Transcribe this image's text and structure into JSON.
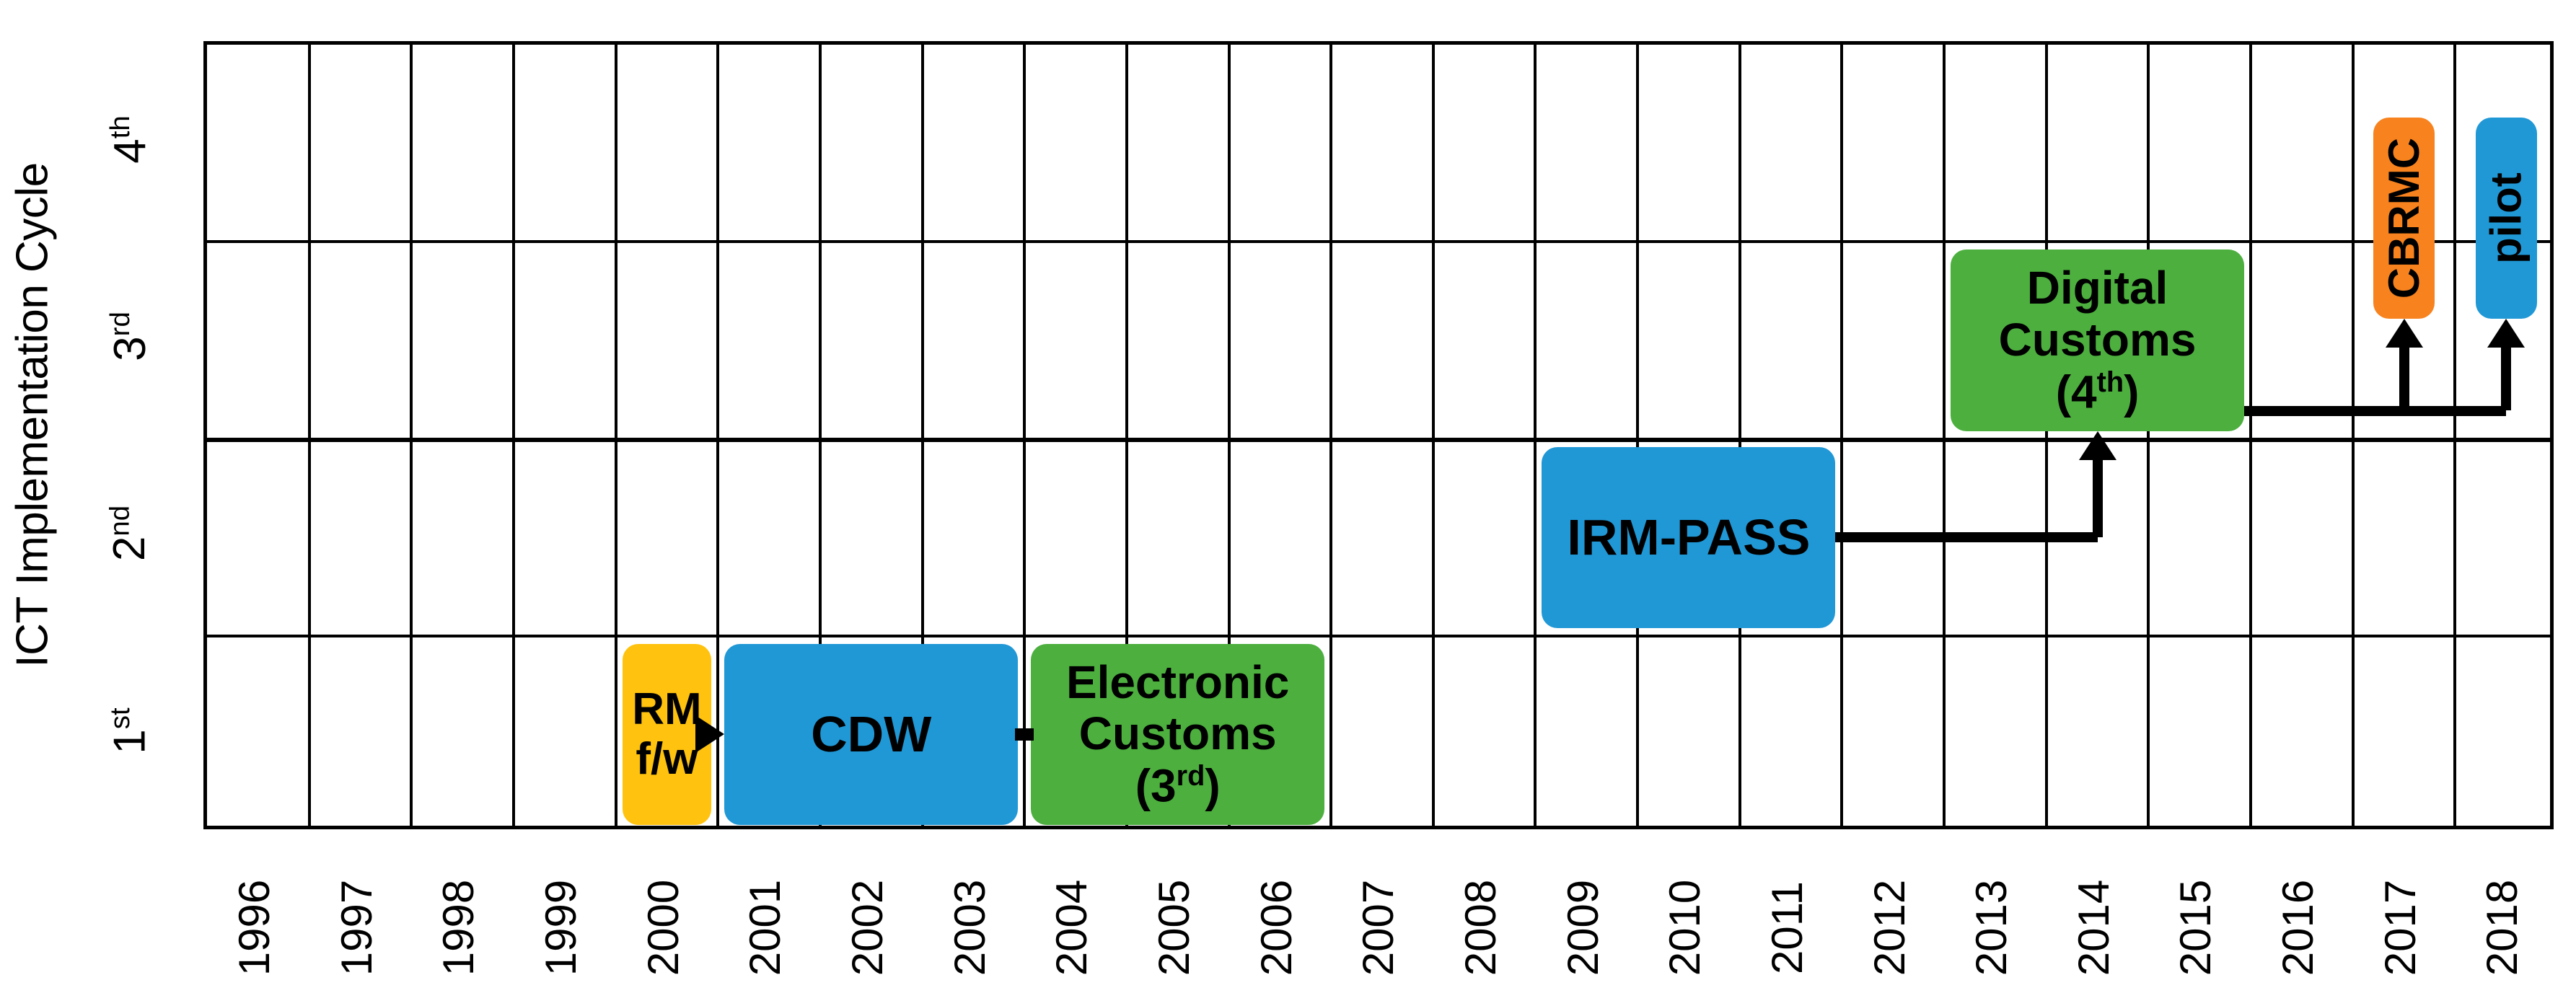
{
  "chart_data": {
    "type": "table",
    "title": "",
    "ylabel": "ICT Implementation Cycle",
    "xlabel": "",
    "grid": true,
    "legend": "none",
    "y_categories": [
      "1st",
      "2nd",
      "3rd",
      "4th"
    ],
    "y_category_suffixes": [
      "st",
      "nd",
      "rd",
      "th"
    ],
    "y_category_numbers": [
      "1",
      "2",
      "3",
      "4"
    ],
    "x_categories": [
      "1996",
      "1997",
      "1998",
      "1999",
      "2000",
      "2001",
      "2002",
      "2003",
      "2004",
      "2005",
      "2006",
      "2007",
      "2008",
      "2009",
      "2010",
      "2011",
      "2012",
      "2013",
      "2014",
      "2015",
      "2016",
      "2017",
      "2018"
    ],
    "xlim": [
      1996,
      2018
    ],
    "items": [
      {
        "id": "rm-fw",
        "label": "RM f/w",
        "line1": "RM",
        "line2": "f/w",
        "color": "#FFC20E",
        "row": "1st",
        "row_index": 0,
        "start_year": 2000,
        "end_year": 2000,
        "orientation": "horizontal",
        "font_size": 62
      },
      {
        "id": "cdw",
        "label": "CDW",
        "color": "#2098D6",
        "row": "1st",
        "row_index": 0,
        "start_year": 2001,
        "end_year": 2003,
        "orientation": "horizontal",
        "font_size": 70
      },
      {
        "id": "electronic-customs",
        "label": "Electronic Customs (3rd)",
        "line1": "Electronic",
        "line2": "Customs",
        "line3_pre": "(3",
        "line3_sup": "rd",
        "line3_post": ")",
        "color": "#4CAF3E",
        "row": "1st",
        "row_index": 0,
        "start_year": 2004,
        "end_year": 2006,
        "orientation": "horizontal",
        "font_size": 64
      },
      {
        "id": "irm-pass",
        "label": "IRM-PASS",
        "color": "#2098D6",
        "row": "2nd",
        "row_index": 1,
        "start_year": 2009,
        "end_year": 2011,
        "orientation": "horizontal",
        "font_size": 70
      },
      {
        "id": "digital-customs",
        "label": "Digital Customs (4th)",
        "line1": "Digital",
        "line2": "Customs",
        "line3_pre": "(4",
        "line3_sup": "th",
        "line3_post": ")",
        "color": "#4CAF3E",
        "row": "3rd",
        "row_index": 2,
        "start_year": 2013,
        "end_year": 2015,
        "orientation": "horizontal",
        "font_size": 64
      },
      {
        "id": "cbrmc",
        "label": "CBRMC",
        "color": "#F7821E",
        "row": "3rd-4th",
        "row_index": 2,
        "start_year": 2017,
        "end_year": 2017,
        "orientation": "vertical",
        "font_size": 60
      },
      {
        "id": "pilot",
        "label": "pilot",
        "color": "#2098D6",
        "row": "3rd-4th",
        "row_index": 2,
        "start_year": 2018,
        "end_year": 2018,
        "orientation": "vertical",
        "font_size": 60
      }
    ],
    "connections": [
      {
        "id": "rm-to-cdw",
        "from": "rm-fw",
        "to": "cdw",
        "style": "solid-arrow"
      },
      {
        "id": "cdw-to-ecustoms",
        "from": "cdw",
        "to": "electronic-customs",
        "style": "dotted"
      },
      {
        "id": "irmpass-to-digital",
        "from": "irm-pass",
        "to": "digital-customs",
        "style": "elbow-arrow-up"
      },
      {
        "id": "digital-to-cbrmc",
        "from": "digital-customs",
        "to": "cbrmc",
        "style": "elbow-arrow-up"
      },
      {
        "id": "digital-to-pilot",
        "from": "digital-customs",
        "to": "pilot",
        "style": "elbow-arrow-up"
      }
    ]
  },
  "axis": {
    "y_title": "ICT Implementation Cycle"
  }
}
